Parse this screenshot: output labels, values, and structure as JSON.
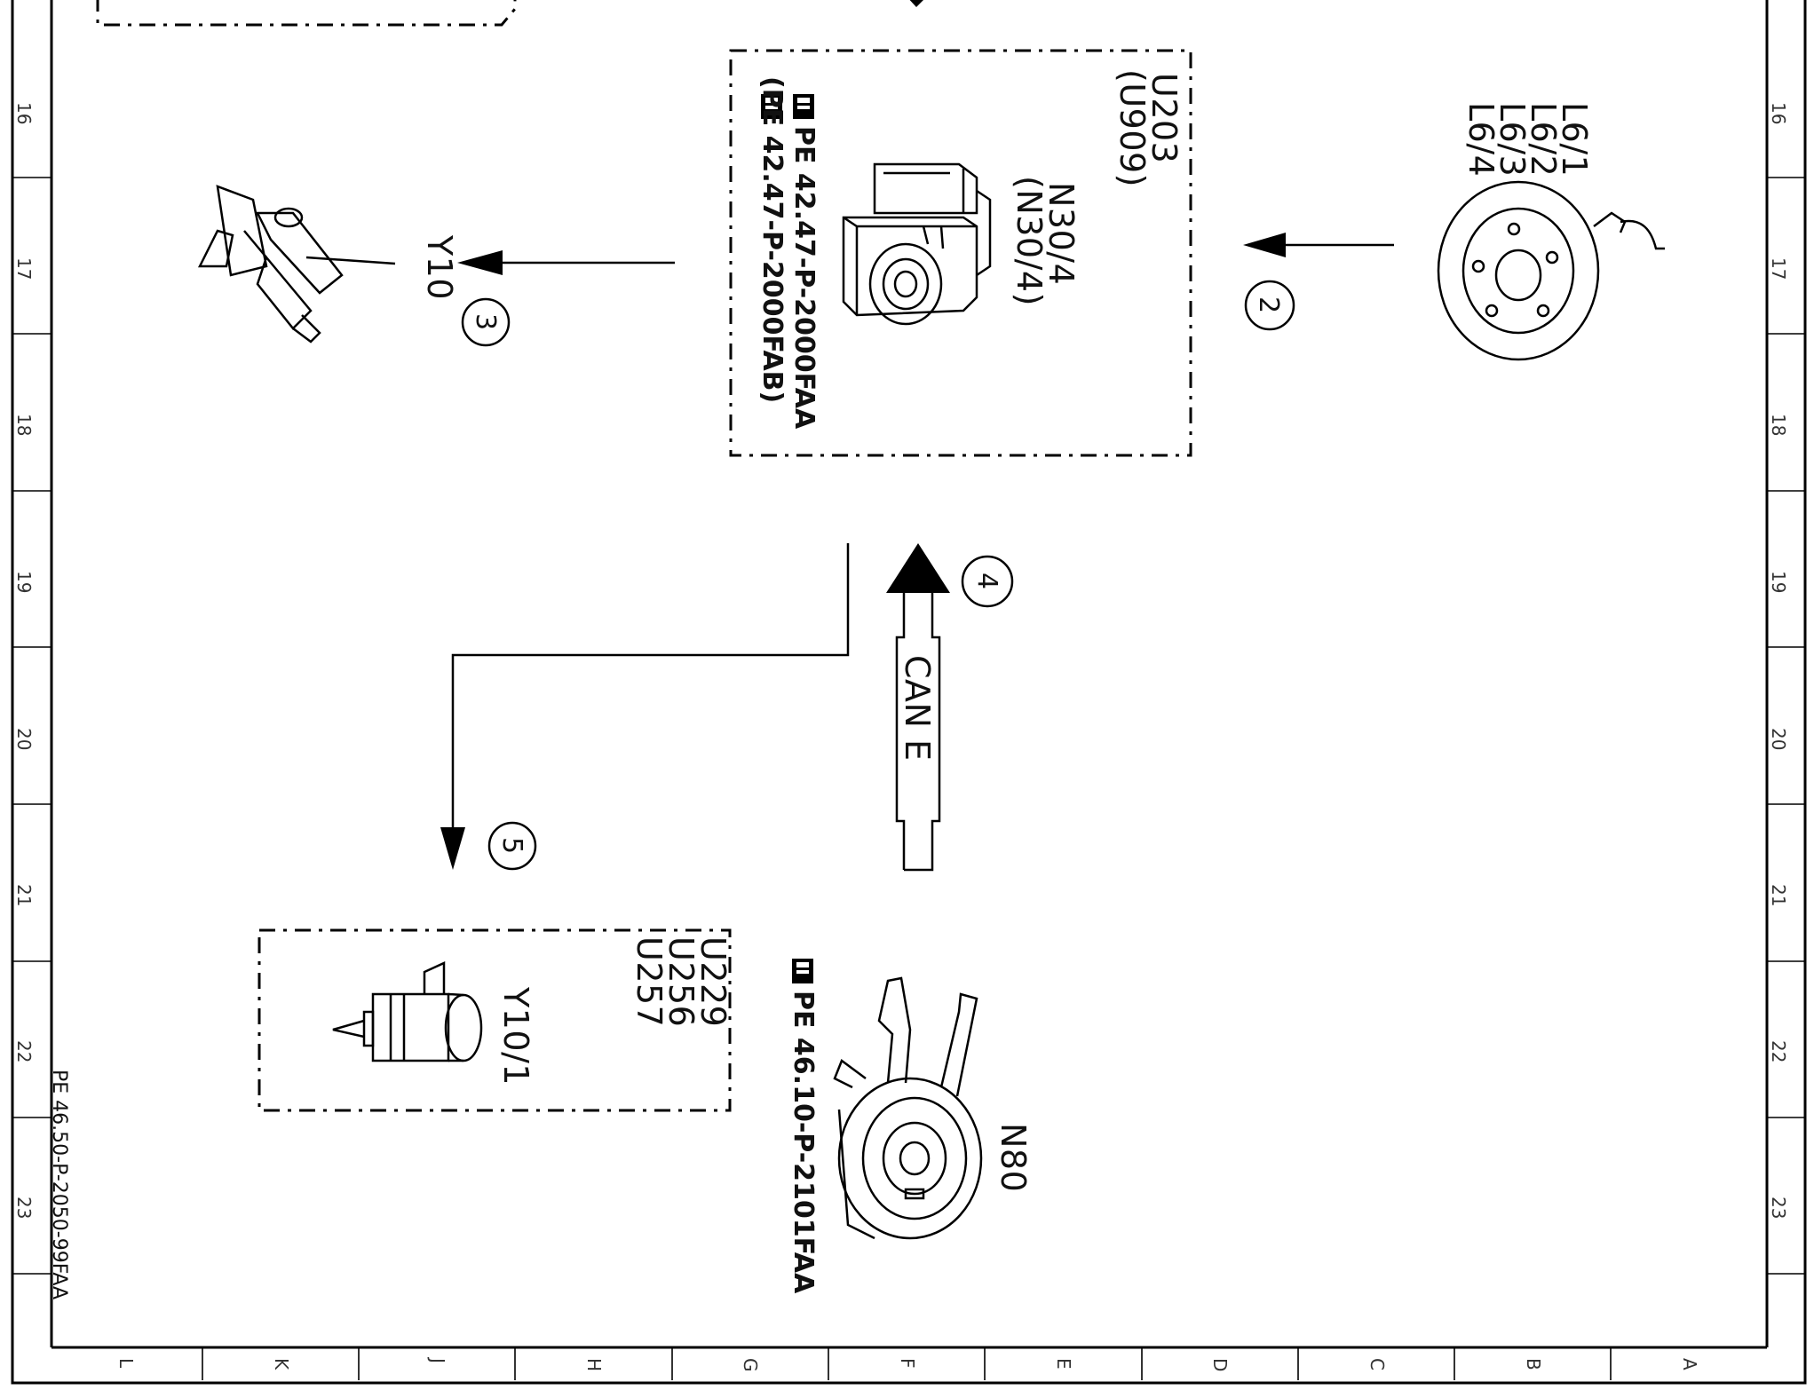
{
  "grid": {
    "rows": [
      "16",
      "17",
      "18",
      "19",
      "20",
      "21",
      "22",
      "23"
    ],
    "columns": [
      "L",
      "K",
      "J",
      "H",
      "G",
      "F",
      "E",
      "D",
      "C",
      "B",
      "A"
    ]
  },
  "doc_reference": "PE 46.50-P-2050-99FAA",
  "components": {
    "sensors": {
      "labels": [
        "L6/1",
        "L6/2",
        "L6/3",
        "L6/4"
      ]
    },
    "esp_unit": {
      "variants": [
        "U203",
        "(U909)"
      ],
      "codes": [
        "N30/4",
        "(N30/4)"
      ],
      "refs": [
        "PE 42.47-P-2000FAA",
        "(PE 42.47-P-2000FAB)"
      ]
    },
    "valve_upper": {
      "label": "Y10"
    },
    "valve_lower": {
      "label": "Y10/1",
      "variants": [
        "U229",
        "U256",
        "U257"
      ]
    },
    "switch": {
      "label": "N80",
      "ref": "PE 46.10-P-2101FAA"
    }
  },
  "bus": {
    "label": "CAN E"
  },
  "steps": [
    "2",
    "3",
    "4",
    "5"
  ]
}
